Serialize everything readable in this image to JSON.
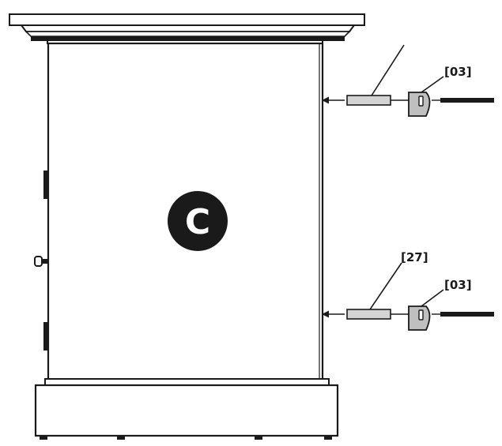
{
  "panel": {
    "letter": "C"
  },
  "callouts": {
    "top_screw_part": "[03]",
    "bottom_dowel_part": "[27]",
    "bottom_screw_part": "[03]"
  },
  "colors": {
    "outline": "#1a1a1a",
    "dowel_fill": "#d4d4d4",
    "screw_head_fill": "#bfbfbf",
    "badge_fill": "#1a1a1a"
  }
}
